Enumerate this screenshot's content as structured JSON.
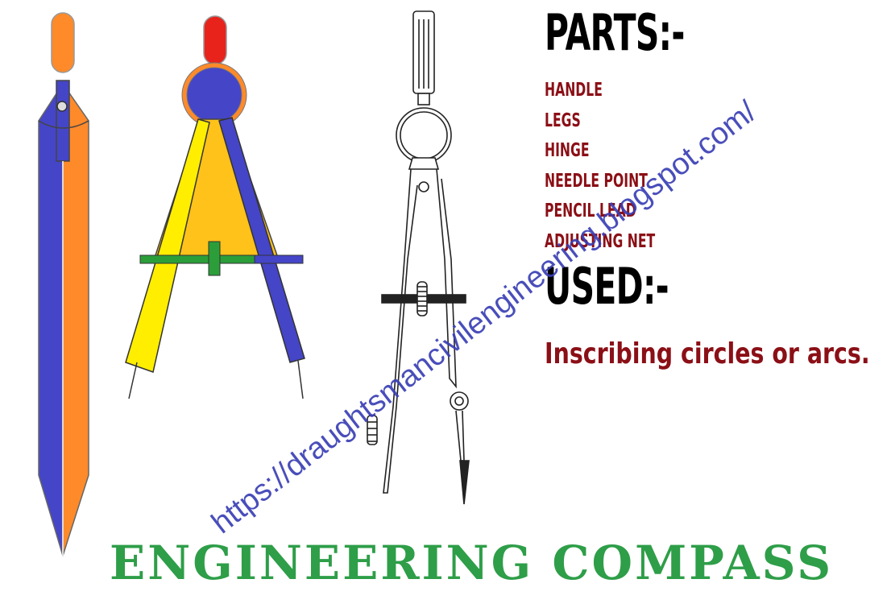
{
  "parts_heading": "PARTS:-",
  "parts": [
    "HANDLE",
    "LEGS",
    "HINGE",
    "NEEDLE POINT",
    "PENCIL LEAD",
    "ADJUSTING NET"
  ],
  "used_heading": "USED:-",
  "used_text": "Inscribing circles or arcs.",
  "title": "ENGINEERING COMPASS",
  "watermark_url": "https://draughtsmancivilengineering.blogspot.com/",
  "colors": {
    "blue": "#4545c8",
    "orange": "#ff8a2a",
    "red": "#e8231c",
    "yellow_fill": "#ffc21a",
    "yellow_leg": "#ffee00",
    "green": "#2b9e3a",
    "dark_red_text": "#8b0f16",
    "title_green": "#2e9e48",
    "watermark_blue": "#3a3fb5"
  },
  "illustrations": [
    "closed-compass-icon",
    "open-compass-icon",
    "bow-compass-icon"
  ]
}
